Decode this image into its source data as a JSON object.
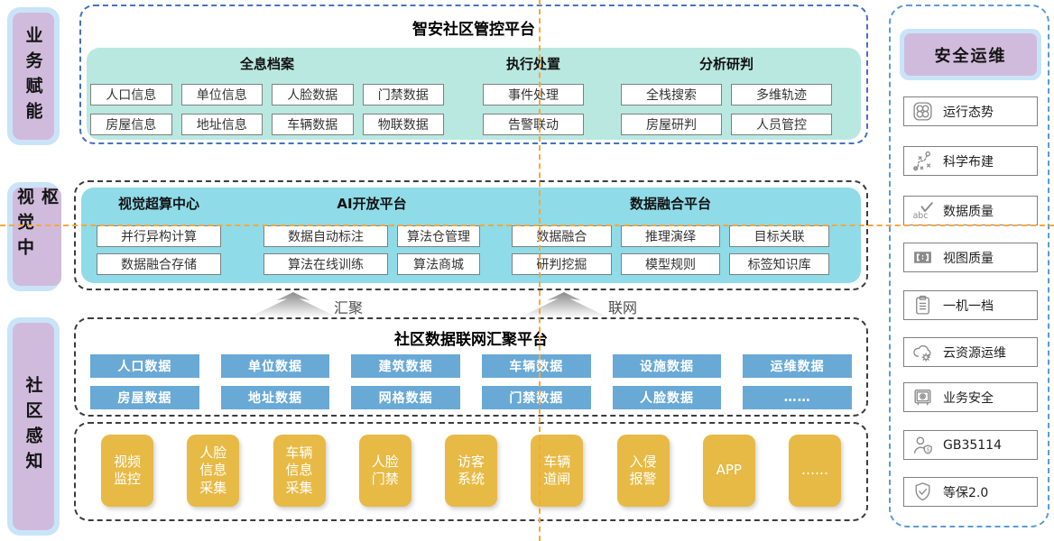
{
  "colors": {
    "guide_orange": "#f6a83c",
    "top_border_blue": "#4472c4",
    "right_border_blue": "#5b9bd5",
    "dashed_black": "#3c3c3c",
    "mint_panel": "#b9e8e0",
    "cyan_panel": "#8fdbe8",
    "data_box_blue": "#69a9d6",
    "device_box_gold": "#e7ba45",
    "label_purple": "#d1bbdc",
    "label_blue_edge": "#c9e4f8",
    "item_border_gray": "#808080"
  },
  "left_labels": [
    {
      "text": "业务赋能"
    },
    {
      "text": "视觉中枢"
    },
    {
      "text": "社区感知"
    }
  ],
  "top_section": {
    "title": "智安社区管控平台",
    "groups": [
      {
        "heading": "全息档案",
        "items": [
          "人口信息",
          "单位信息",
          "人脸数据",
          "门禁数据",
          "房屋信息",
          "地址信息",
          "车辆数据",
          "物联数据"
        ]
      },
      {
        "heading": "执行处置",
        "items": [
          "事件处理",
          "告警联动"
        ]
      },
      {
        "heading": "分析研判",
        "items": [
          "全栈搜索",
          "多维轨迹",
          "房屋研判",
          "人员管控"
        ]
      }
    ]
  },
  "middle_section": {
    "groups": [
      {
        "heading": "视觉超算中心",
        "items": [
          "并行异构计算",
          "数据融合存储"
        ]
      },
      {
        "heading": "AI开放平台",
        "items": [
          "数据自动标注",
          "算法仓管理",
          "算法在线训练",
          "算法商城"
        ]
      },
      {
        "heading": "数据融合平台",
        "items": [
          "数据融合",
          "推理演绎",
          "目标关联",
          "研判挖掘",
          "模型规则",
          "标签知识库"
        ]
      }
    ]
  },
  "flow_arrows": [
    {
      "label": "汇聚"
    },
    {
      "label": "联网"
    }
  ],
  "hub_section": {
    "title": "社区数据联网汇聚平台",
    "items": [
      "人口数据",
      "单位数据",
      "建筑数据",
      "车辆数据",
      "设施数据",
      "运维数据",
      "房屋数据",
      "地址数据",
      "网格数据",
      "门禁数据",
      "人脸数据",
      "……"
    ]
  },
  "device_section": {
    "items": [
      "视频\n监控",
      "人脸\n信息\n采集",
      "车辆\n信息\n采集",
      "人脸\n门禁",
      "访客\n系统",
      "车辆\n道闸",
      "入侵\n报警",
      "APP",
      "……"
    ]
  },
  "right_panel": {
    "title": "安全运维",
    "items": [
      {
        "icon": "dashboard-icon",
        "label": "运行态势"
      },
      {
        "icon": "route-icon",
        "label": "科学布建"
      },
      {
        "icon": "abc-check-icon",
        "label": "数据质量"
      },
      {
        "icon": "image-icon",
        "label": "视图质量"
      },
      {
        "icon": "clipboard-icon",
        "label": "一机一档"
      },
      {
        "icon": "cloud-gear-icon",
        "label": "云资源运维"
      },
      {
        "icon": "safe-icon",
        "label": "业务安全"
      },
      {
        "icon": "person-shield-icon",
        "label": "GB35114"
      },
      {
        "icon": "shield-check-icon",
        "label": "等保2.0"
      }
    ]
  }
}
